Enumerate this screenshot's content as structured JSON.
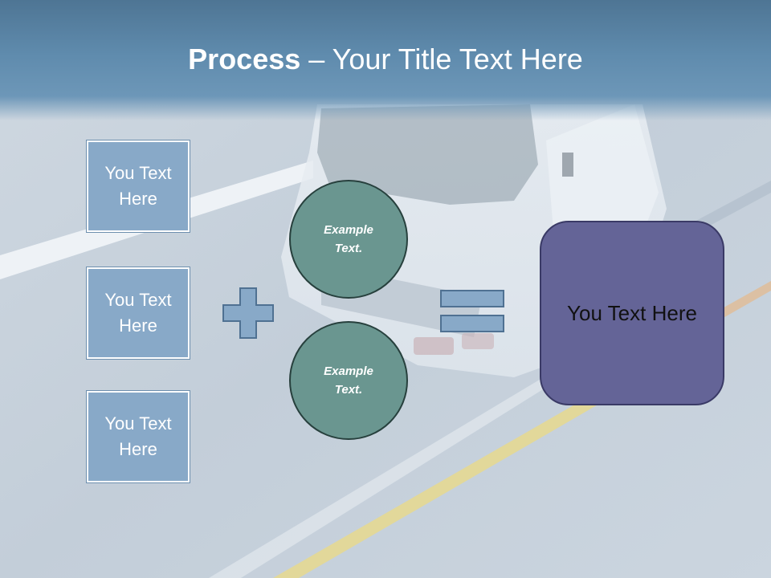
{
  "slide": {
    "title_bold": "Process",
    "title_rest": " – Your Title Text Here",
    "boxes": [
      {
        "label": "You Text Here"
      },
      {
        "label": "You Text Here"
      },
      {
        "label": "You Text Here"
      }
    ],
    "circles": [
      {
        "label": "Example Text."
      },
      {
        "label": "Example Text."
      }
    ],
    "result": {
      "label": "You Text Here"
    },
    "operators": {
      "plus_icon": "plus-sign",
      "equals_icon": "equals-sign"
    },
    "colors": {
      "header": "#5f8bad",
      "box_fill": "#88a9c8",
      "circle_fill": "#6a9690",
      "result_fill": "#646497"
    }
  }
}
